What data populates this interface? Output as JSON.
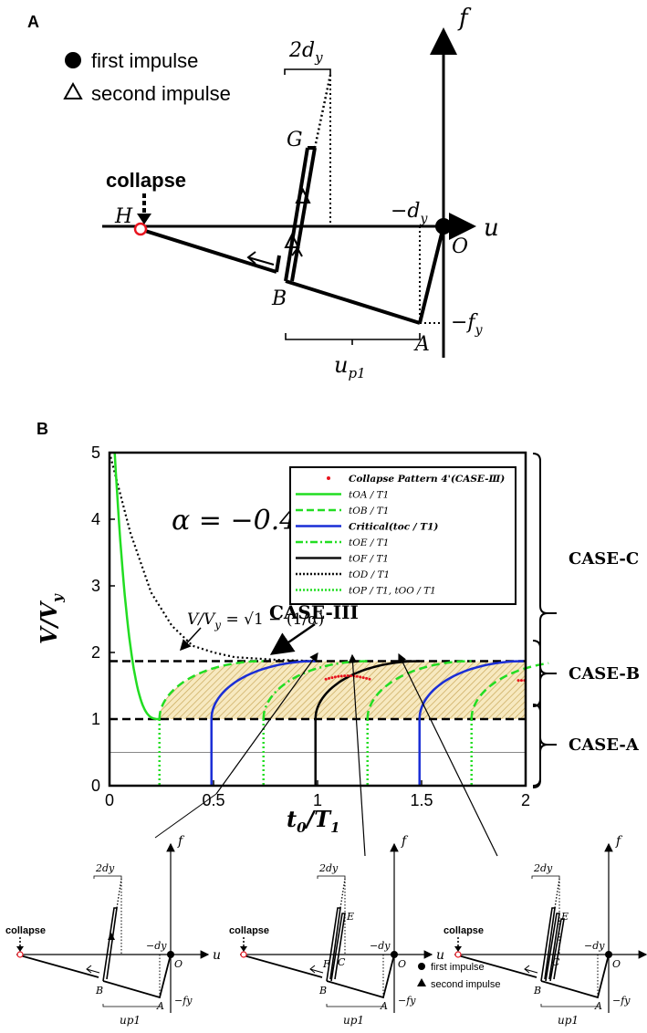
{
  "panel_a": {
    "letter": "A",
    "legend_first": "first impulse",
    "legend_second": "second impulse",
    "collapse": "collapse",
    "f_axis": "f",
    "u_axis": "u",
    "label_O": "O",
    "label_A": "A",
    "label_B": "B",
    "label_G": "G",
    "label_H": "H",
    "two_dy_main": "2d",
    "two_dy_sub": "y",
    "neg_dy_main": "−d",
    "neg_dy_sub": "y",
    "neg_fy_main": "−f",
    "neg_fy_sub": "y",
    "up1_main": "u",
    "up1_sub": "p1"
  },
  "panel_b": {
    "letter": "B",
    "alpha_label": "α = −0.4",
    "ylabel_main": "V",
    "ylabel_mid": "/V",
    "ylabel_sub": "y",
    "xlabel_main": "t",
    "xlabel_sub1": "0",
    "xlabel_mid": "/T",
    "xlabel_sub2": "1",
    "formula": "V/V",
    "formula_sub": "y",
    "formula_rest": " = √1 − (1/α)",
    "case_iii": "CASE-III",
    "case_c": "CASE-C",
    "case_b": "CASE-B",
    "case_a": "CASE-A",
    "legend": [
      {
        "label": "Collapse Pattern 4'(CASE-Ⅲ)",
        "style": "reddot",
        "color": "#e8141e"
      },
      {
        "label": "tOA / T1",
        "style": "solid",
        "color": "#22dd22"
      },
      {
        "label": "tOB / T1",
        "style": "dashed",
        "color": "#22dd22"
      },
      {
        "label": "Critical(toc / T1)",
        "style": "solid",
        "color": "#1a2ed6"
      },
      {
        "label": "tOE / T1",
        "style": "dashdot",
        "color": "#22dd22"
      },
      {
        "label": "tOF / T1",
        "style": "solid",
        "color": "#111111"
      },
      {
        "label": "tOD / T1",
        "style": "dotted",
        "color": "#111111"
      },
      {
        "label": "tOP / T1, tOO / T1",
        "style": "dotted",
        "color": "#22dd22"
      }
    ],
    "chart_data": {
      "type": "line",
      "xlabel": "t0/T1",
      "ylabel": "V/Vy",
      "xlim": [
        0,
        2
      ],
      "ylim": [
        0,
        5
      ],
      "xticks": [
        "0",
        "0.5",
        "1",
        "1.5",
        "2"
      ],
      "yticks": [
        "0",
        "1",
        "2",
        "3",
        "4",
        "5"
      ],
      "alpha": -0.4,
      "annotated_level": 1.87,
      "series": [
        {
          "name": "tOA / T1",
          "x": [
            0.02,
            0.05,
            0.08,
            0.12,
            0.16,
            0.2,
            0.24
          ],
          "y": [
            5.0,
            3.2,
            2.2,
            1.55,
            1.2,
            1.05,
            1.0
          ]
        },
        {
          "name": "tOD / T1",
          "x": [
            0.0,
            0.1,
            0.2,
            0.3,
            0.4,
            0.5,
            0.6,
            0.8,
            1.0
          ],
          "y": [
            5.0,
            3.8,
            2.9,
            2.4,
            2.1,
            2.0,
            1.93,
            1.89,
            1.87
          ]
        },
        {
          "name": "Critical(toc / T1)",
          "x": [
            0.5,
            1.5
          ],
          "y": [
            0,
            0
          ]
        },
        {
          "name": "Collapse Pattern 4'(CASE-Ⅲ)",
          "x": [
            1.05,
            1.15,
            1.25,
            1.97
          ],
          "y": [
            1.62,
            1.66,
            1.6,
            1.58
          ]
        }
      ]
    }
  },
  "insets": {
    "f": "f",
    "u": "u",
    "O": "O",
    "A": "A",
    "B": "B",
    "C": "C",
    "E": "E",
    "F": "F",
    "collapse": "collapse",
    "two_dy": "2d",
    "dy_sub": "y",
    "neg_dy": "−d",
    "neg_fy": "−f",
    "up1": "u",
    "up1_sub": "p1",
    "legend_first": "first impulse",
    "legend_second": "second impulse"
  }
}
